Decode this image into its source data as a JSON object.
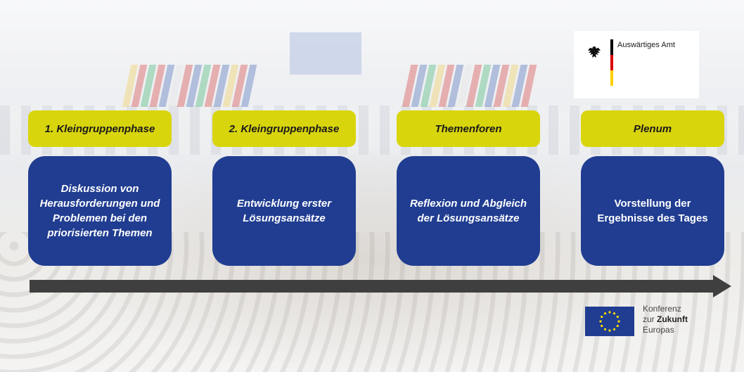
{
  "logos": {
    "ministry": {
      "name": "Auswärtiges Amt",
      "icon": "german-eagle-icon",
      "bar_colors": [
        "#000000",
        "#dd0000",
        "#ffce00"
      ]
    },
    "conference": {
      "line1": "Konferenz",
      "line2_prefix": "zur ",
      "line2_bold": "Zukunft",
      "line3": "Europas",
      "icon": "eu-flag-icon"
    }
  },
  "steps": [
    {
      "phase": "1. Kleingruppenphase",
      "text": "Diskussion von Herausforderungen und Problemen bei den priorisierten Themen"
    },
    {
      "phase": "2. Kleingruppenphase",
      "text": "Entwicklung erster Lösungsansätze"
    },
    {
      "phase": "Themenforen",
      "text": "Reflexion und Abgleich der Lösungsansätze"
    },
    {
      "phase": "Plenum",
      "text": "Vorstellung der Ergebnisse des Tages"
    }
  ],
  "colors": {
    "phase_label": "#d9d50d",
    "card": "#203d91",
    "arrow": "#3f3f3f"
  }
}
